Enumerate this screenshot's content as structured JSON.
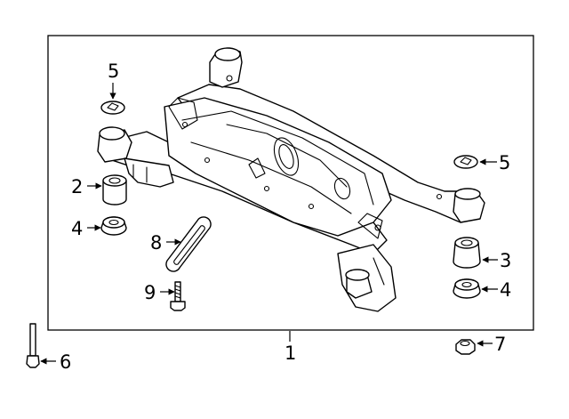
{
  "callouts": {
    "c1": "1",
    "c2": "2",
    "c3": "3",
    "c4a": "4",
    "c4b": "4",
    "c5a": "5",
    "c5b": "5",
    "c6": "6",
    "c7": "7",
    "c8": "8",
    "c9": "9"
  }
}
